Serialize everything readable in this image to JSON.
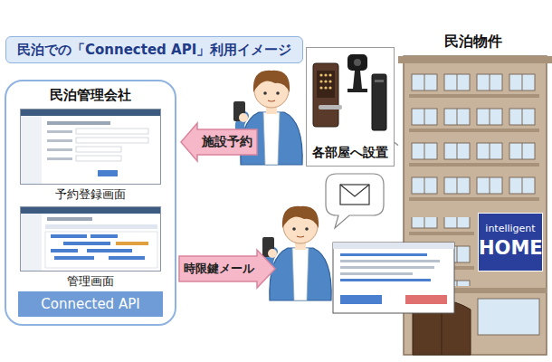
{
  "diagram": {
    "title": "民泊での「Connected API」利用イメージ",
    "nodes": [
      {
        "text": [
          "民泊管理会社"
        ]
      },
      {
        "text": [
          "予約登録画面"
        ],
        "in": 0
      },
      {
        "text": [
          "管理画面"
        ],
        "in": 0
      },
      {
        "text": [
          "Connected API"
        ],
        "in": 0
      },
      {
        "text": [
          "各部屋へ設置"
        ]
      },
      {
        "text": [
          "民泊物件"
        ]
      },
      {
        "text": [
          "intelligent",
          "HOME"
        ],
        "in": 5
      }
    ],
    "edges": [
      {
        "from": 4,
        "to": 5,
        "arrow": "none"
      }
    ],
    "labels": [
      "施設予約",
      "時限鍵メール"
    ]
  }
}
